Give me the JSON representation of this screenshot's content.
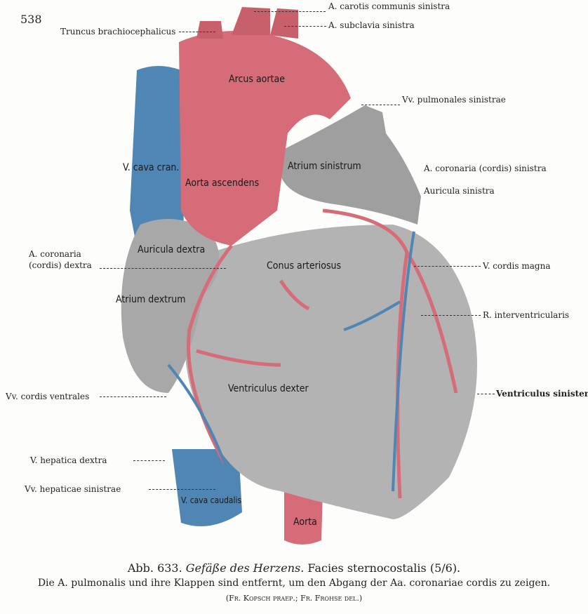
{
  "page_number": "538",
  "figure": {
    "caption_number": "Abb. 633.",
    "caption_title": "Gefäße des Herzens.",
    "caption_rest": "Facies sternocostalis (5/6).",
    "caption_line2": "Die A. pulmonalis und ihre Klappen sind entfernt, um den Abgang der Aa. coronariae cordis zu zeigen.",
    "credits": "(Fr. Kopsch praep.; Fr. Frohse del.)"
  },
  "external_labels": {
    "carotis": "A. carotis communis sinistra",
    "subclavia": "A. subclavia sinistra",
    "truncus": "Truncus brachiocephalicus",
    "pulmonales": "Vv. pulmonales sinistrae",
    "coronaria_sin": "A. coronaria (cordis) sinistra",
    "auricula_sin": "Auricula sinistra",
    "coronaria_dex_1": "A. coronaria",
    "coronaria_dex_2": "(cordis) dextra",
    "cordis_magna": "V. cordis magna",
    "interventricularis": "R. interventricularis",
    "ventriculus_sin": "Ventriculus sinister",
    "cordis_ventrales": "Vv. cordis ventrales",
    "hepatica_dex": "V. hepatica dextra",
    "hepaticae_sin": "Vv. hepaticae sinistrae"
  },
  "internal_labels": {
    "arcus": "Arcus aortae",
    "aorta_asc": "Aorta ascendens",
    "cava_cran": "V. cava cran.",
    "atrium_sin": "Atrium sinistrum",
    "auricula_dex": "Auricula dextra",
    "conus": "Conus arteriosus",
    "atrium_dex": "Atrium dextrum",
    "ventriculus_dex": "Ventriculus dexter",
    "cava_caud": "V. cava caudalis",
    "aorta": "Aorta"
  },
  "colors": {
    "artery": "#d66c78",
    "vein": "#4f86b3",
    "muscle": "#a9a9a9"
  }
}
